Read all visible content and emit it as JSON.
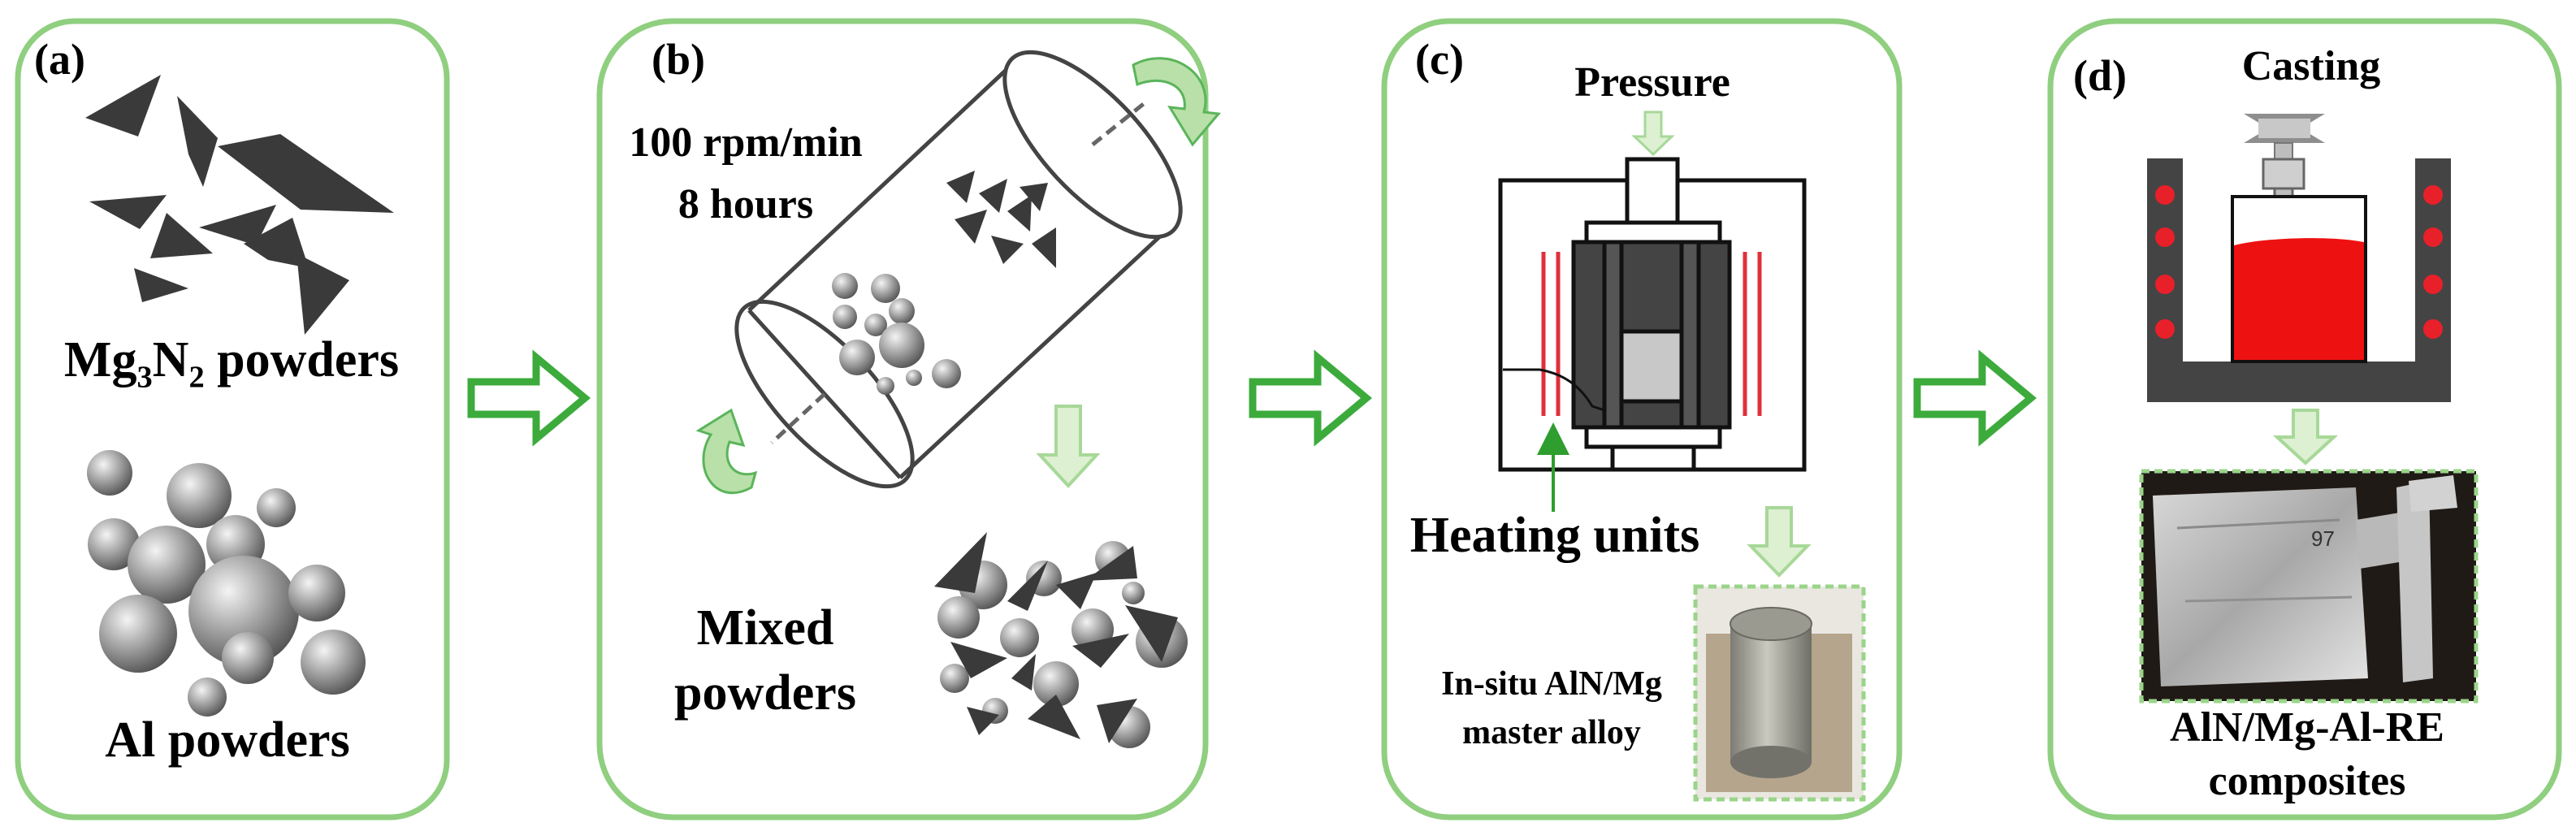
{
  "panels": {
    "a": {
      "letter": "(a)",
      "mg3n2_label": {
        "base": "Mg",
        "sub1": "3",
        "mid": "N",
        "sub2": "2",
        "rest": " powders"
      },
      "al_label": "Al powders"
    },
    "b": {
      "letter": "(b)",
      "speed": "100 rpm/min",
      "duration": "8 hours",
      "mixed_label_line1": "Mixed",
      "mixed_label_line2": "powders"
    },
    "c": {
      "letter": "(c)",
      "pressure_label": "Pressure",
      "heating_label": "Heating units",
      "product_line1": "In-situ AlN/Mg",
      "product_line2": "master alloy"
    },
    "d": {
      "letter": "(d)",
      "casting_label": "Casting",
      "product_line1": "AlN/Mg-Al-RE",
      "product_line2": "composites",
      "photo_mark": "97"
    }
  },
  "colors": {
    "panel_border": "#8fcf7f",
    "step_arrow": "#3cab3c",
    "down_arrow": "#b8e0a8",
    "flake": "#3a3a3a",
    "heater": "#e0303a",
    "melt": "#ee1111"
  }
}
